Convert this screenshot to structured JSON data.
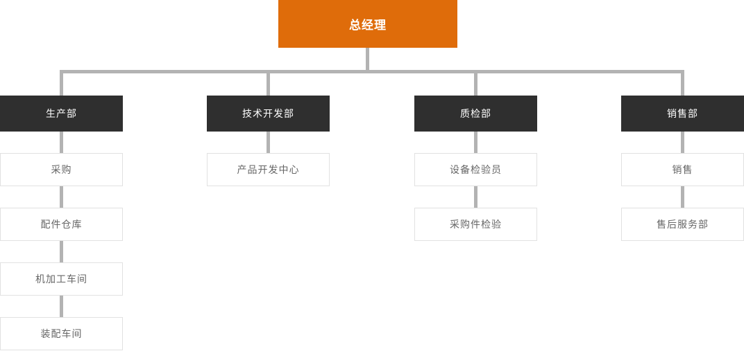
{
  "colors": {
    "root_bg": "#DF6C0A",
    "dept_bg": "#2F2F2F",
    "connector": "#B3B3B3",
    "node_border": "#E1E1E1",
    "node_text": "#666666",
    "node_bg": "#FFFFFF"
  },
  "chart": {
    "type": "org-chart",
    "root": {
      "label": "总经理"
    },
    "departments": [
      {
        "label": "生产部",
        "children": [
          "采购",
          "配件仓库",
          "机加工车间",
          "装配车间"
        ]
      },
      {
        "label": "技术开发部",
        "children": [
          "产品开发中心"
        ]
      },
      {
        "label": "质检部",
        "children": [
          "设备检验员",
          "采购件检验"
        ]
      },
      {
        "label": "销售部",
        "children": [
          "销售",
          "售后服务部"
        ]
      }
    ]
  }
}
